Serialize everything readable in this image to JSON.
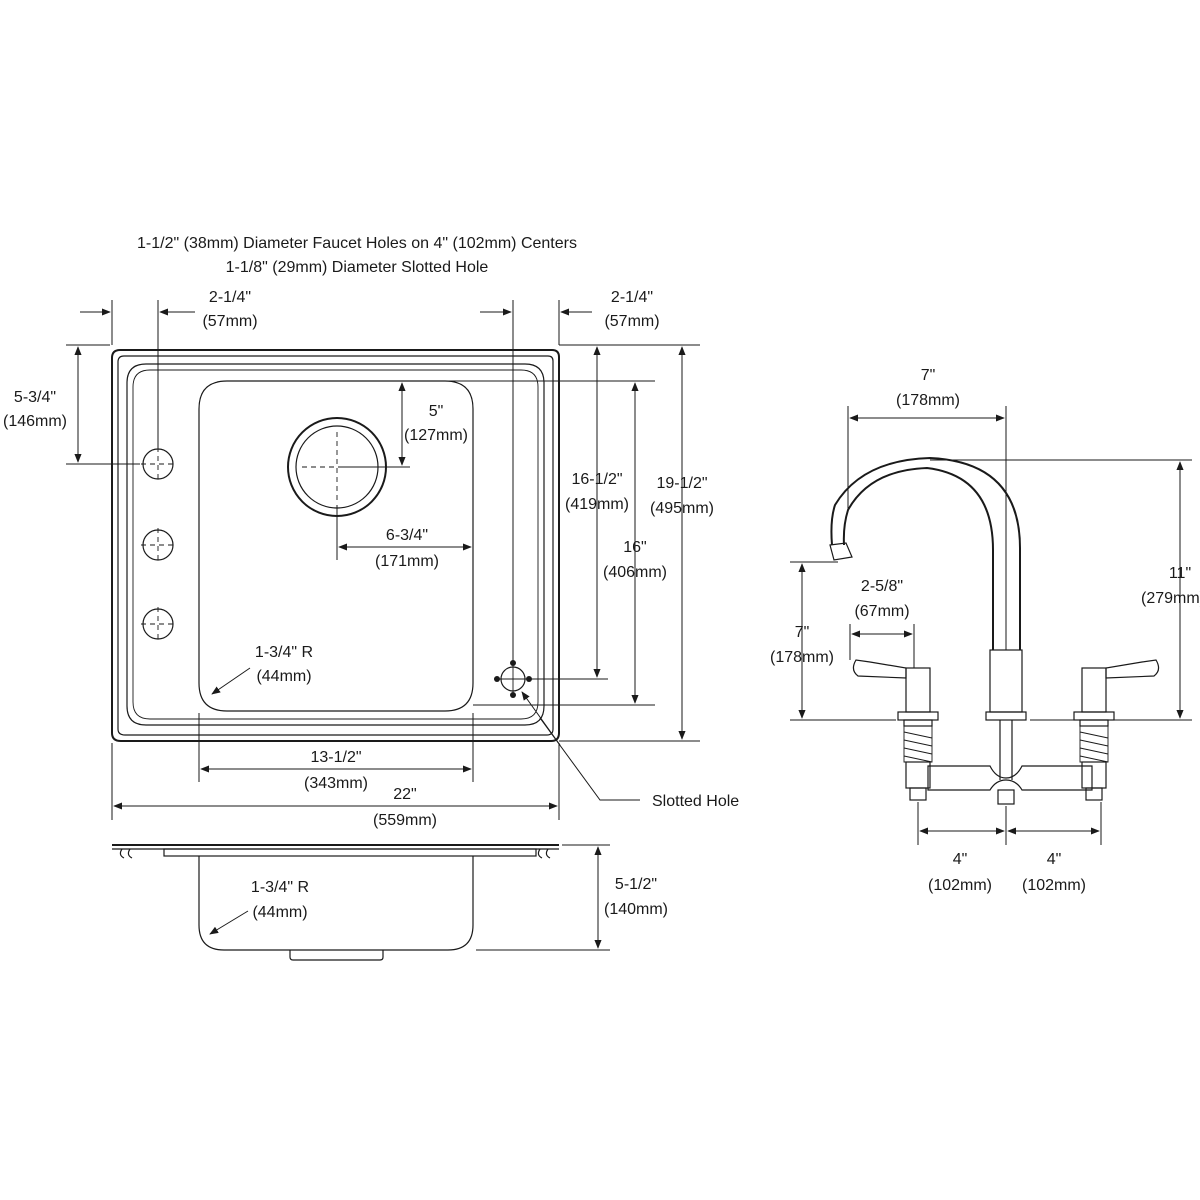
{
  "notes": {
    "line1": "1-1/2\" (38mm) Diameter Faucet Holes on 4\" (102mm) Centers",
    "line2": "1-1/8\" (29mm) Diameter Slotted Hole"
  },
  "top_view": {
    "left_offset_in": "2-1/4\"",
    "left_offset_mm": "(57mm)",
    "right_offset_in": "2-1/4\"",
    "right_offset_mm": "(57mm)",
    "hole_depth_in": "5-3/4\"",
    "hole_depth_mm": "(146mm)",
    "drain_from_back_in": "5\"",
    "drain_from_back_mm": "(127mm)",
    "drain_from_side_in": "6-3/4\"",
    "drain_from_side_mm": "(171mm)",
    "bowl_outer_in": "16-1/2\"",
    "bowl_outer_mm": "(419mm)",
    "bowl_inner_in": "16\"",
    "bowl_inner_mm": "(406mm)",
    "overall_depth_in": "19-1/2\"",
    "overall_depth_mm": "(495mm)",
    "corner_radius_in": "1-3/4\" R",
    "corner_radius_mm": "(44mm)",
    "bowl_width_in": "13-1/2\"",
    "bowl_width_mm": "(343mm)",
    "overall_width_in": "22\"",
    "overall_width_mm": "(559mm)",
    "slotted_hole_label": "Slotted Hole"
  },
  "side_view": {
    "corner_radius_in": "1-3/4\" R",
    "corner_radius_mm": "(44mm)",
    "bowl_depth_in": "5-1/2\"",
    "bowl_depth_mm": "(140mm)"
  },
  "faucet": {
    "reach_in": "7\"",
    "reach_mm": "(178mm)",
    "height_in": "11\"",
    "height_mm": "(279mm)",
    "spout_height_in": "7\"",
    "spout_height_mm": "(178mm)",
    "handle_in": "2-5/8\"",
    "handle_mm": "(67mm)",
    "left_center_in": "4\"",
    "left_center_mm": "(102mm)",
    "right_center_in": "4\"",
    "right_center_mm": "(102mm)"
  }
}
